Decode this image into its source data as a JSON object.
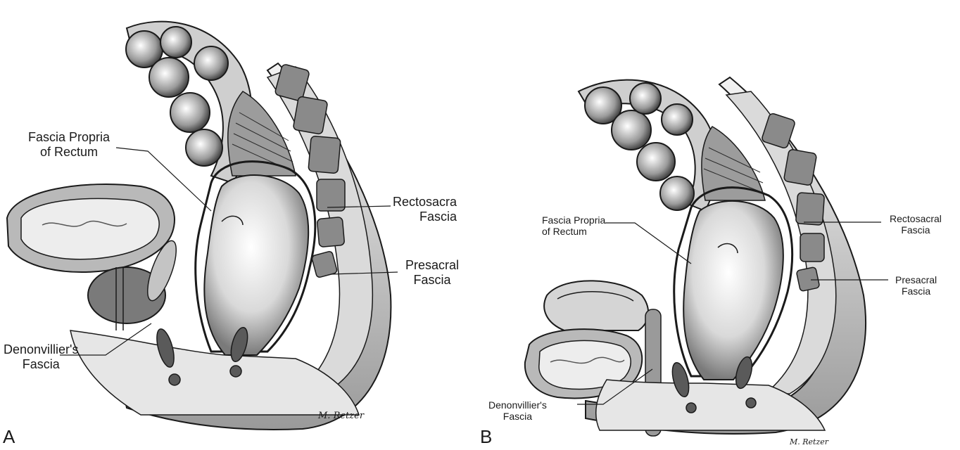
{
  "panels": {
    "a": {
      "letter": "A",
      "labels": {
        "fascia_propria": [
          "Fascia Propria",
          "of Rectum"
        ],
        "rectosacral": [
          "Rectosacra",
          "Fascia"
        ],
        "presacral": [
          "Presacral",
          "Fascia"
        ],
        "denonvillier": [
          "Denonvillier's",
          "Fascia"
        ]
      },
      "signature": "M. Retzer"
    },
    "b": {
      "letter": "B",
      "labels": {
        "fascia_propria": [
          "Fascia Propria",
          "of Rectum"
        ],
        "rectosacral": [
          "Rectosacral",
          "Fascia"
        ],
        "presacral": [
          "Presacral",
          "Fascia"
        ],
        "denonvillier": [
          "Denonvillier's",
          "Fascia"
        ]
      },
      "signature": "M. Retzer"
    }
  },
  "colors": {
    "ink": "#1a1a1a",
    "tissue_light": "#e6e6e6",
    "tissue_mid": "#b5b5b5",
    "tissue_dark": "#6e6e6e",
    "shadow": "#3a3a3a"
  }
}
